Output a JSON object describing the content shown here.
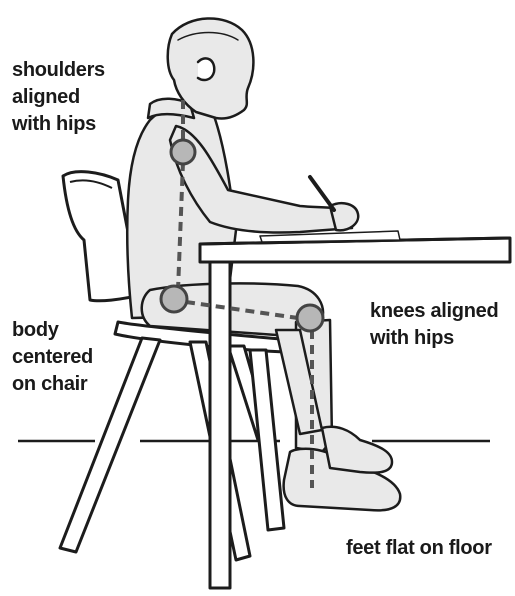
{
  "labels": {
    "shoulders": [
      "shoulders",
      "aligned",
      "with hips"
    ],
    "body": [
      "body",
      "centered",
      "on chair"
    ],
    "knees": [
      "knees aligned",
      "with hips"
    ],
    "feet": [
      "feet flat on floor"
    ]
  },
  "colors": {
    "outline": "#1c1c1c",
    "figure_fill": "#e9e9e9",
    "joint_fill": "#b7b7b7",
    "alignment_dash": "#555555",
    "text": "#1a1a1a"
  },
  "icons": [
    "shoulder-joint-marker",
    "hip-joint-marker",
    "knee-joint-marker"
  ]
}
